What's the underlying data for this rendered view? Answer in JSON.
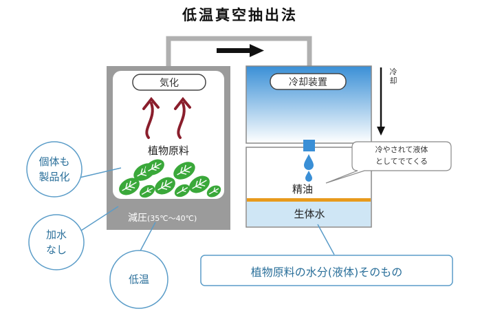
{
  "title": "低温真空抽出法",
  "left_tank": {
    "vapor_label": "気化",
    "plant_label": "植物原料",
    "pressure_label": "減圧",
    "pressure_range": "(35℃〜40℃)"
  },
  "right_tank": {
    "cooler_label": "冷却装置",
    "cooling_label": "冷却",
    "callout": [
      "冷やされて液体",
      "としてでてくる"
    ],
    "oil_label": "精油",
    "water_label": "生体水"
  },
  "bubbles": {
    "whole_body": [
      "個体も",
      "製品化"
    ],
    "no_water": [
      "加水",
      "なし"
    ],
    "low_temp": "低温"
  },
  "bottom_note": "植物原料の水分(液体)そのもの",
  "colors": {
    "tank_gray": "#9b9b9b",
    "arrow_red": "#8a1e2c",
    "leaf_green": "#3aa83a",
    "oil_orange": "#e89a1c",
    "water_blue": "#cfe6f5",
    "cooler_blue": "#3a8fd6",
    "outline_blue": "#5a9cc8"
  }
}
